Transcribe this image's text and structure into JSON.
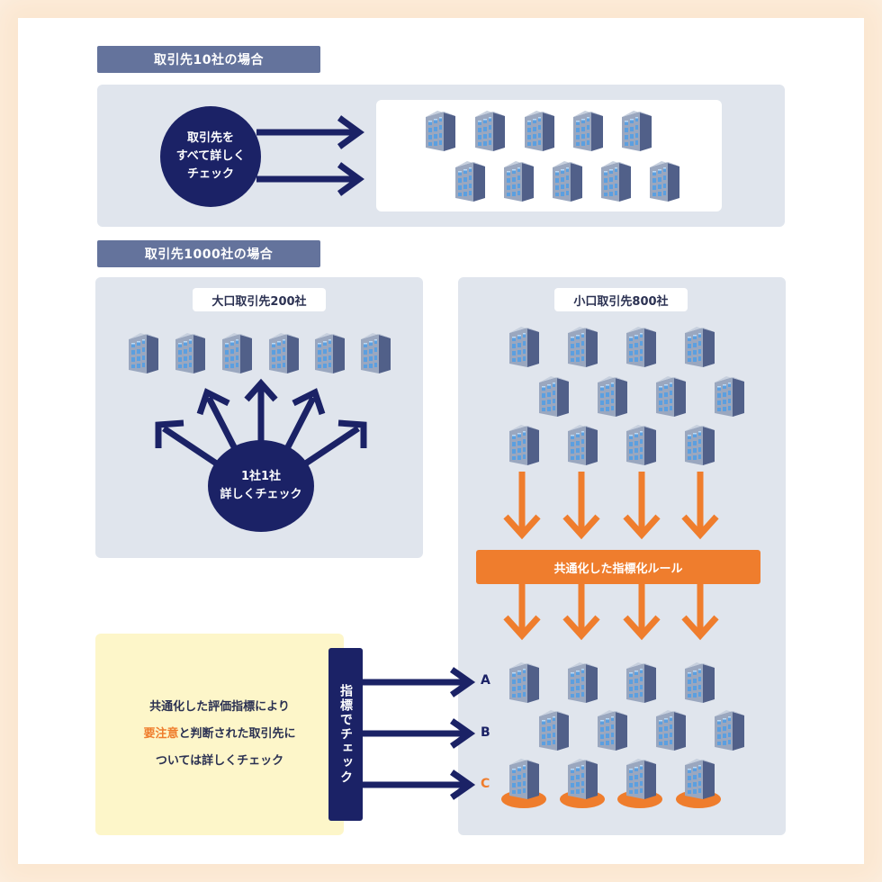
{
  "section1": {
    "header": "取引先10社の場合",
    "circle_lines": [
      "取引先を",
      "すべて詳しく",
      "チェック"
    ]
  },
  "section2": {
    "header": "取引先1000社の場合",
    "large": {
      "label": "大口取引先200社",
      "circle_lines": [
        "1社1社",
        "詳しくチェック"
      ]
    },
    "small": {
      "label": "小口取引先800社",
      "rule_label": "共通化した指標化ルール",
      "levels": [
        "A",
        "B",
        "C"
      ]
    }
  },
  "note": {
    "line1": "共通化した評価指標により",
    "line2_highlight": "要注意",
    "line2_rest": "と判断された取引先に",
    "line3": "ついては詳しくチェック"
  },
  "index_check_label": "指標でチェック",
  "colors": {
    "navy": "#1b2266",
    "header_blue": "#64739c",
    "panel_gray": "#e0e5ed",
    "orange": "#ef7d2d",
    "note_yellow": "#fdf6c9"
  },
  "icons": [
    "building-icon",
    "arrow-icon"
  ]
}
